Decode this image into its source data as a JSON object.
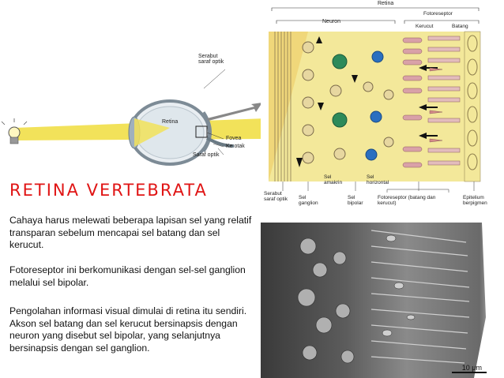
{
  "slide": {
    "title": "RETINA  VERTEBRATA",
    "paragraphs": [
      "Cahaya harus melewati beberapa lapisan sel yang relatif transparan sebelum mencapai sel batang dan sel kerucut.",
      "Fotoreseptor ini berkomunikasi dengan sel-sel ganglion melalui sel bipolar.",
      "Pengolahan informasi visual dimulai di retina itu sendiri. Akson sel batang dan sel kerucut bersinapsis dengan neuron yang disebut sel bipolar, yang selanjutnya bersinapsis dengan sel ganglion."
    ]
  },
  "eye_diagram": {
    "retina": "Retina",
    "serabut_saraf_optik": "Serabut saraf optik",
    "fovea": "Fovea",
    "ke_otak": "Ke otak",
    "saraf_optik": "Saraf optik"
  },
  "retina_diagram": {
    "retina": "Retina",
    "neuron": "Neuron",
    "fotoreseptor": "Fotoreseptor",
    "kerucut": "Kerucut",
    "batang": "Batang",
    "sel_amakrin": "Sel amakrin",
    "sel_horizontal": "Sel horizontal",
    "bottom_labels": {
      "serabut_saraf_optik": "Serabut saraf optik",
      "sel_ganglion": "Sel ganglion",
      "sel_bipolar": "Sel bipolar",
      "fotoreseptor": "Fotoreseptor (batang dan kerucut)",
      "epitelium": "Epitelium berpigmen"
    }
  },
  "micrograph": {
    "scale": "10 μm"
  },
  "colors": {
    "title": "#e01414",
    "light_beam": "#f2e25a",
    "retina_bg": "#f3e89a",
    "ganglion_cell": "#2d8a5a",
    "bipolar_cell": "#2a6fc0"
  }
}
